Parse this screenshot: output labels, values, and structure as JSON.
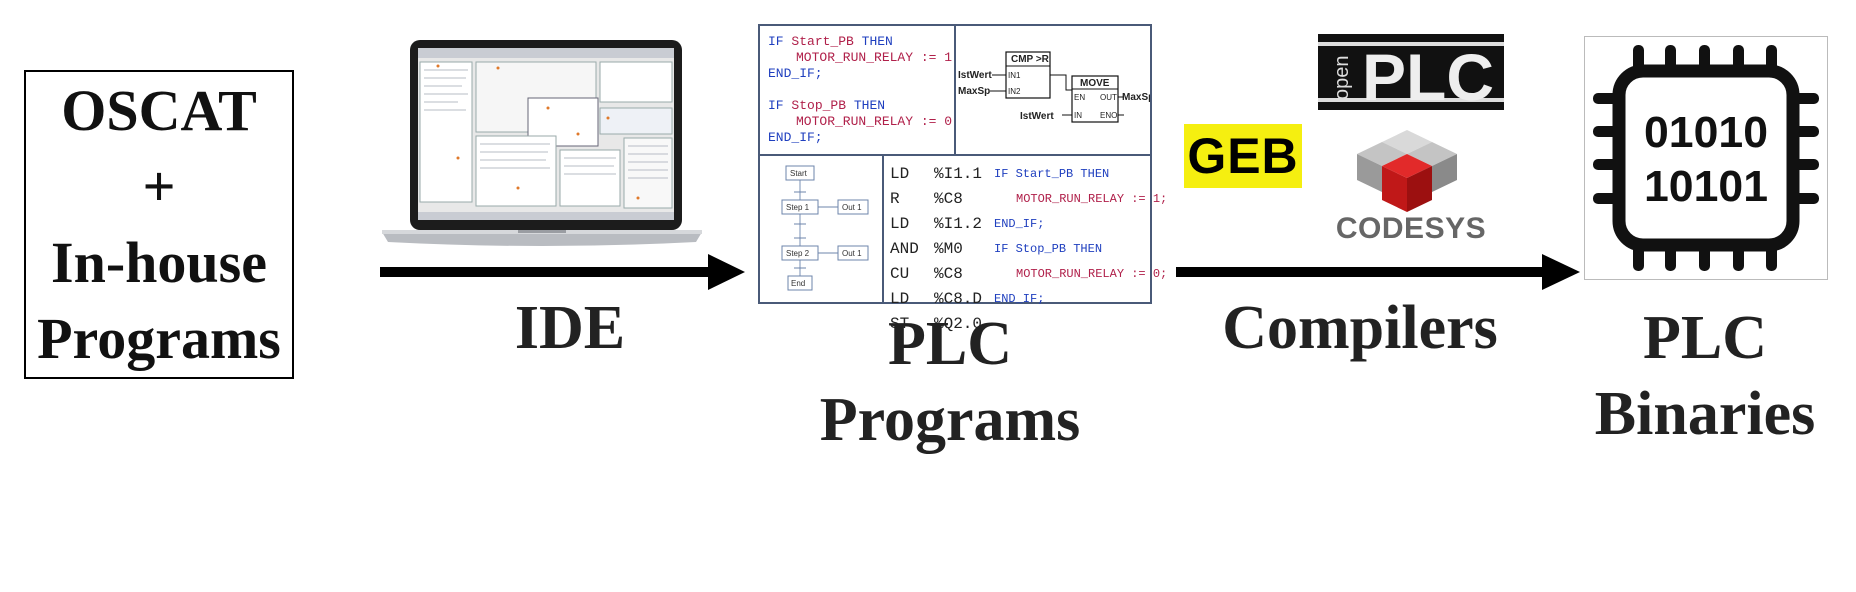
{
  "source": {
    "line1": "OSCAT",
    "line2": "+",
    "line3": "In-house",
    "line4": "Programs"
  },
  "ide": {
    "label": "IDE"
  },
  "plc_programs": {
    "label_line1": "PLC",
    "label_line2": "Programs",
    "st_panel": {
      "l1_kw": "IF",
      "l1_var": "Start_PB",
      "l1_kw2": "THEN",
      "l2": "MOTOR_RUN_RELAY := 1;",
      "l3": "END_IF;",
      "l4_kw": "IF",
      "l4_var": "Stop_PB",
      "l4_kw2": "THEN",
      "l5": "MOTOR_RUN_RELAY := 0;",
      "l6": "END_IF;"
    },
    "fbd_panel": {
      "cmp_title": "CMP >R",
      "cmp_in1": "IN1",
      "cmp_in2": "IN2",
      "left_in1": "IstWert",
      "left_in2": "MaxSp",
      "move_title": "MOVE",
      "move_en": "EN",
      "move_out": "OUT",
      "move_in": "IN",
      "move_eno": "ENO",
      "move_out_var": "MaxSp",
      "move_in_var": "IstWert"
    },
    "sfc_panel": {
      "start": "Start",
      "step1": "Step 1",
      "out1a": "Out 1",
      "step2": "Step 2",
      "out1b": "Out 1",
      "end": "End"
    },
    "il_panel": {
      "rows": [
        {
          "op": "LD",
          "arg": "%I1.1"
        },
        {
          "op": "R",
          "arg": "%C8"
        },
        {
          "op": "LD",
          "arg": "%I1.2"
        },
        {
          "op": "AND",
          "arg": "%M0"
        },
        {
          "op": "CU",
          "arg": "%C8"
        },
        {
          "op": "LD",
          "arg": "%C8.D"
        },
        {
          "op": "ST",
          "arg": "%Q2.0"
        }
      ],
      "st_l1_kw": "IF",
      "st_l1_var": "Start_PB",
      "st_l1_kw2": "THEN",
      "st_l2": "MOTOR_RUN_RELAY := 1;",
      "st_l3": "END_IF;",
      "st_l4_kw": "IF",
      "st_l4_var": "Stop_PB",
      "st_l4_kw2": "THEN",
      "st_l5": "MOTOR_RUN_RELAY := 0;",
      "st_l6": "END_IF;"
    }
  },
  "compilers": {
    "label": "Compilers",
    "geb_logo": "GEB",
    "openplc_small": "open",
    "openplc_big": "PLC",
    "codesys_logo": "CODESYS"
  },
  "binaries": {
    "label_line1": "PLC",
    "label_line2": "Binaries",
    "chip_row1": "01010",
    "chip_row2": "10101"
  },
  "colors": {
    "arrow": "#000000",
    "geb_bg": "#f5ef10",
    "codesys_red": "#d41f1f",
    "panel_border": "#4a5a78",
    "keyword": "#1f3fbf",
    "variable": "#b0204a"
  }
}
